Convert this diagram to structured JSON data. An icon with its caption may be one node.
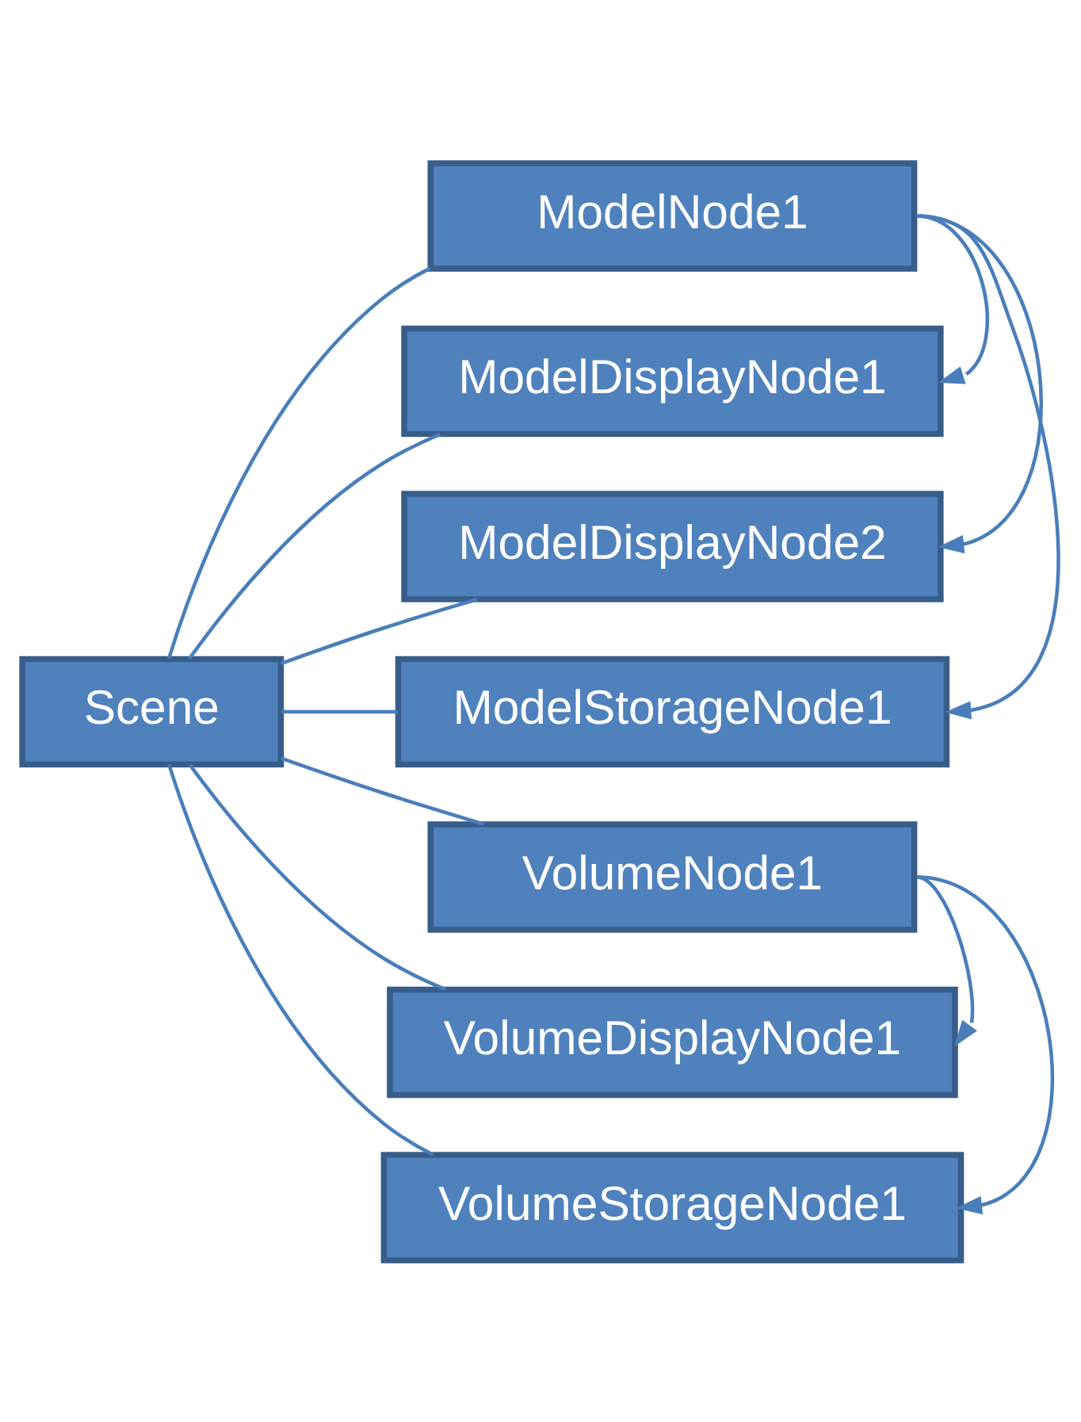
{
  "diagram": {
    "nodes": [
      {
        "text": [
          "Scene"
        ]
      },
      {
        "text": [
          "ModelNode1"
        ]
      },
      {
        "text": [
          "ModelDisplayNode1"
        ]
      },
      {
        "text": [
          "ModelDisplayNode2"
        ]
      },
      {
        "text": [
          "ModelStorageNode1"
        ]
      },
      {
        "text": [
          "VolumeNode1"
        ]
      },
      {
        "text": [
          "VolumeDisplayNode1"
        ]
      },
      {
        "text": [
          "VolumeStorageNode1"
        ]
      }
    ],
    "edges": [
      {
        "from": 0,
        "to": 1,
        "arrow": "none"
      },
      {
        "from": 0,
        "to": 2,
        "arrow": "none"
      },
      {
        "from": 0,
        "to": 3,
        "arrow": "none"
      },
      {
        "from": 0,
        "to": 4,
        "arrow": "none"
      },
      {
        "from": 0,
        "to": 5,
        "arrow": "none"
      },
      {
        "from": 0,
        "to": 6,
        "arrow": "none"
      },
      {
        "from": 0,
        "to": 7,
        "arrow": "none"
      },
      {
        "from": 1,
        "to": 2,
        "arrow": "to"
      },
      {
        "from": 1,
        "to": 3,
        "arrow": "to"
      },
      {
        "from": 1,
        "to": 4,
        "arrow": "to"
      },
      {
        "from": 5,
        "to": 6,
        "arrow": "to"
      },
      {
        "from": 5,
        "to": 7,
        "arrow": "to"
      }
    ]
  }
}
